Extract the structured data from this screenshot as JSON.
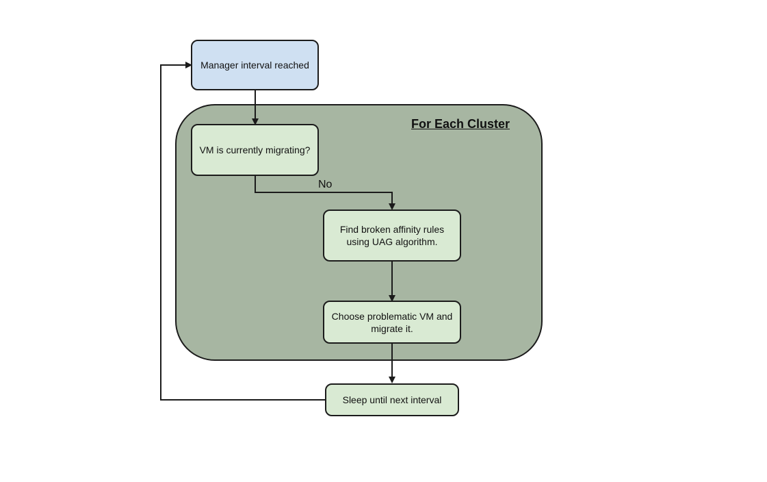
{
  "diagram": {
    "cluster": {
      "title": "For Each Cluster"
    },
    "nodes": {
      "start": "Manager interval reached",
      "check": "VM is currently migrating?",
      "find": "Find broken affinity rules using UAG algorithm.",
      "choose": "Choose problematic VM and migrate it.",
      "sleep": "Sleep until next interval"
    },
    "edge_labels": {
      "no": "No"
    },
    "colors": {
      "start_fill": "#cfe0f2",
      "step_fill": "#d9ead3",
      "cluster_fill": "#a7b6a2",
      "stroke": "#1b1b1b"
    }
  }
}
